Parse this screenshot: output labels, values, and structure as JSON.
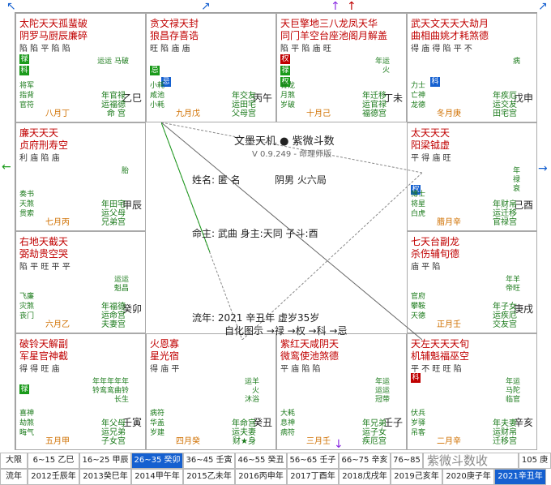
{
  "center": {
    "title": "文墨天机 ● 紫微斗数",
    "version": "V 0.9.249 - 命理师版",
    "name": "姓名: 匿 名",
    "gender": "阴男 火六局",
    "ming": "命主: 武曲 身主:天同 子斗:酉",
    "liunian": "流年: 2021 辛丑年  虚岁35岁",
    "legend": "自化图示 →禄 →权 →科 →忌"
  },
  "palaces": [
    {
      "stars": "太陀天天孤蜚破",
      "line2": "阴罗马厨辰廉碎",
      "bright": "陷 陷 平   陷 陷",
      "minor": "运运\n马破",
      "ganzhi": "乙巳",
      "god": "将军\n指背\n官符",
      "flow": "年官禄\n运福德\n命 宫",
      "stemage": "八月丁"
    },
    {
      "stars": "贪文禄天封",
      "line2": "狼昌存喜诰",
      "bright": "旺 陷 庙 庙",
      "minor": "",
      "ganzhi": "丙午",
      "god": "小耗\n咸池\n小耗",
      "flow": "年交友\n运田宅\n父母宫",
      "stemage": "九月戊"
    },
    {
      "stars": "天巨擎地三八龙凤天华",
      "line2": "同门羊空台座池阁月解盖",
      "bright": "陷 平 陷 庙 旺",
      "minor": "年运\n火",
      "ganzhi": "丁未",
      "god": "青龙\n月煞\n岁破",
      "flow": "年迁移\n运官禄\n福德宫",
      "stemage": "十月己"
    },
    {
      "stars": "武天文天天大劫月",
      "line2": "曲相曲姚才耗煞德",
      "bright": "得 庙 得 陷 平 不",
      "minor": "病",
      "ganzhi": "戊申",
      "god": "力士\n亡神\n龙德",
      "flow": "年疾厄\n运交友\n田宅宫",
      "stemage": "冬月庚"
    },
    {
      "stars": "廉天天天",
      "line2": "贞府刑寿空",
      "bright": "利 庙 陷 庙",
      "minor": "胎",
      "ganzhi": "甲辰",
      "god": "奏书\n天煞\n贯索",
      "flow": "年田宅\n运父母\n兄弟宫",
      "stemage": "七月丙"
    },
    {
      "stars": "太天天天",
      "line2": "阳梁钺虚",
      "bright": "平 得 庙 旺",
      "minor": "年\n禄\n衰",
      "ganzhi": "己酉",
      "god": "博士\n将星\n白虎",
      "flow": "年财帛\n运迁移\n官禄宫",
      "stemage": "腊月辛"
    },
    {
      "stars": "右地天截天",
      "line2": "弼劫贵空哭",
      "bright": "陷 平 旺 平 平",
      "minor": "运运\n魁昌",
      "ganzhi": "癸卯",
      "god": "飞廉\n灾煞\n丧门",
      "flow": "年福德\n运命宫\n夫妻宫",
      "stemage": "六月乙"
    },
    {
      "stars": "七天台副龙",
      "line2": "杀伤辅旬德",
      "bright": "庙 平   陷",
      "minor": "年羊\n帝旺",
      "ganzhi": "庚戌",
      "god": "官府\n攀鞍\n天德",
      "flow": "年子女\n运疾厄\n交友宫",
      "stemage": "正月壬"
    },
    {
      "stars": "破铃天解副",
      "line2": "军星官神截",
      "bright": "得 得 旺 庙",
      "minor": "年年年年年\n铃鸾鸾曲铃\n长生",
      "ganzhi": "壬寅",
      "god": "喜神\n劫煞\n晦气",
      "flow": "年父母\n运兄弟\n子女宫",
      "stemage": "五月甲"
    },
    {
      "stars": "火恩寡",
      "line2": "星光宿",
      "bright": "得 庙 平",
      "minor": "运羊\n火\n沐浴",
      "ganzhi": "癸丑",
      "god": "病符\n华盖\n岁建",
      "flow": "年命宫\n运夫妻\n财★身",
      "stemage": "四月癸"
    },
    {
      "stars": "紫红天咸阴天",
      "line2": "微鸾使池煞德",
      "bright": "平 庙 陷 陷",
      "minor": "年运\n运运\n冠带",
      "ganzhi": "壬子",
      "god": "大耗\n息神\n病符",
      "flow": "年兄弟\n运子女\n疾厄宫",
      "stemage": "三月壬"
    },
    {
      "stars": "天左天天天旬",
      "line2": "机辅魁福巫空",
      "bright": "平 不 旺 旺 陷",
      "minor": "年运\n马陀\n临官",
      "ganzhi": "辛亥",
      "god": "伏兵\n岁驿\n吊客",
      "flow": "年夫妻\n运财帛\n迁移宫",
      "stemage": "二月辛"
    }
  ],
  "daxian": {
    "label": "大限",
    "items": [
      "6~15 乙巳",
      "16~25 甲辰",
      "26~35 癸卯",
      "36~45 壬寅",
      "46~55 癸丑",
      "56~65 壬子",
      "66~75 辛亥",
      "76~85",
      "",
      "",
      "",
      "105 庚"
    ]
  },
  "liunian_bar": {
    "label": "流年",
    "items": [
      "2012壬辰年",
      "2013癸巳年",
      "2014甲午年",
      "2015乙未年",
      "2016丙申年",
      "2017丁酉年",
      "2018戊戌年",
      "2019己亥年",
      "2020庚子年",
      "2021辛丑年"
    ]
  },
  "watermark": "紫微斗数收",
  "colors": {
    "accent": "#1560d0",
    "red": "#c00000",
    "green": "#1a7a1a"
  }
}
